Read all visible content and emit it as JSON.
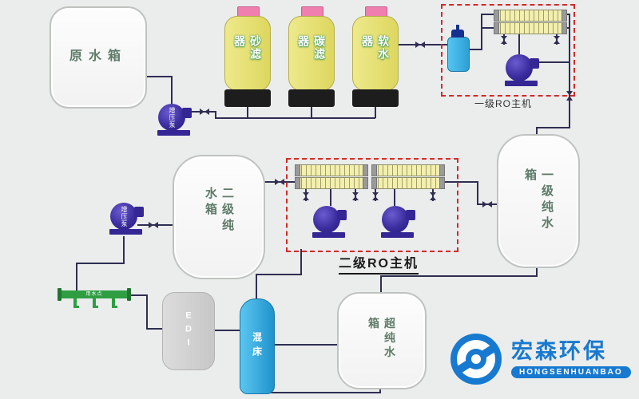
{
  "colors": {
    "background": "#ebecec",
    "pipe_line": "#2e2e52",
    "dashed_box_red": "#cf2b2b",
    "pump_purple": "#3b2d9e",
    "filter_body_yellow": "#e4e06e",
    "filter_cap_pink": "#ef7fae",
    "membrane_yellow": "#f3efae",
    "mixed_bed_blue": "#2ba7dd",
    "manifold_green": "#2f9e43",
    "logo_blue": "#1779d0"
  },
  "tanks": {
    "raw": {
      "label": "原水箱"
    },
    "stage1": {
      "label": "一级纯水箱"
    },
    "stage2": {
      "label": "二级纯水箱"
    },
    "ultrapure": {
      "label": "超纯水箱"
    }
  },
  "filters": [
    {
      "label": "砂滤器"
    },
    {
      "label": "碳滤器"
    },
    {
      "label": "软水器"
    }
  ],
  "ro": {
    "stage1_label": "一级RO主机",
    "stage2_label": "二级RO主机"
  },
  "pumps": {
    "booster1": "增压泵",
    "booster2": "增压泵"
  },
  "edi_label": "EDI",
  "mixed_bed_label": "混床",
  "manifold_label": "用水点",
  "logo": {
    "name": "宏森环保",
    "subtitle": "HONGSENHUANBAO"
  }
}
